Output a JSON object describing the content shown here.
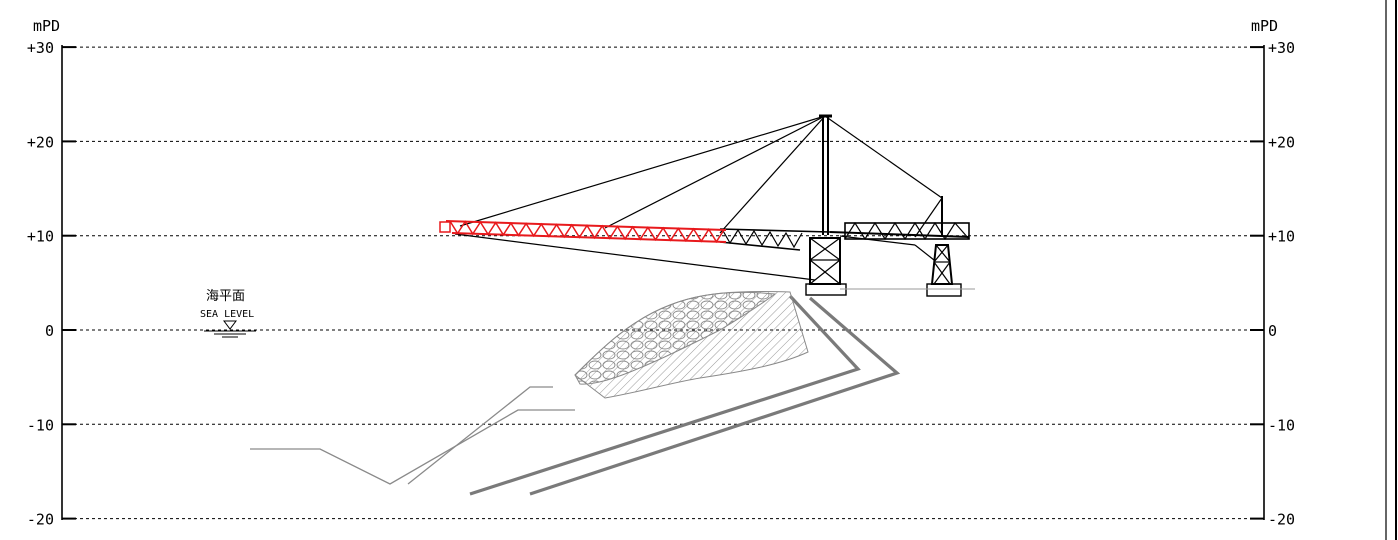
{
  "axis": {
    "unit_left": "mPD",
    "unit_right": "mPD",
    "levels": [
      {
        "value": 30,
        "label": "+30"
      },
      {
        "value": 20,
        "label": "+20"
      },
      {
        "value": 10,
        "label": "+10"
      },
      {
        "value": 0,
        "label": "0"
      },
      {
        "value": -10,
        "label": "-10"
      },
      {
        "value": -20,
        "label": "-20"
      }
    ]
  },
  "sea_level": {
    "label_cn": "海平面",
    "label_en": "SEA LEVEL"
  },
  "colors": {
    "line": "#000000",
    "boom_highlight": "#e8191c",
    "section_grey": "#7a7a7a"
  }
}
